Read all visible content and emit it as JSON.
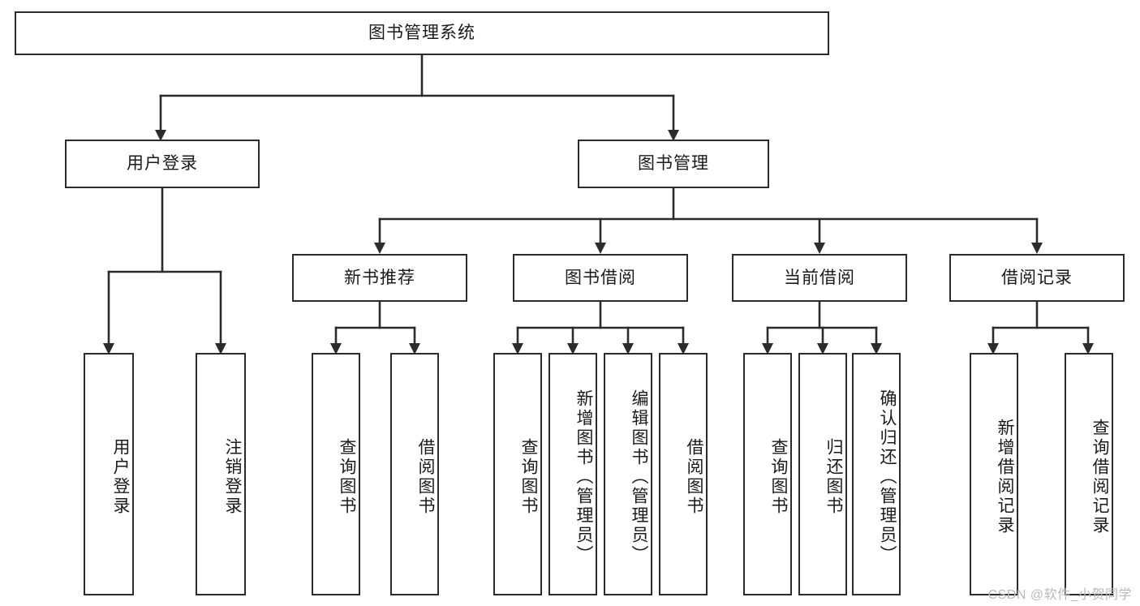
{
  "diagram": {
    "type": "tree-hierarchy-chart",
    "title": "图书管理系统",
    "orientation": "top-down",
    "colors": {
      "box_stroke": "#2b2b2b",
      "box_fill": "#ffffff",
      "connector": "#2b2b2b",
      "text": "#1a1a1a",
      "watermark": "#b9b9b9",
      "background": "#ffffff"
    },
    "levels": {
      "root": {
        "id": "root",
        "label": "图书管理系统",
        "text_direction": "horizontal"
      },
      "level2": [
        {
          "id": "user-login",
          "label": "用户登录",
          "text_direction": "horizontal"
        },
        {
          "id": "book-management",
          "label": "图书管理",
          "text_direction": "horizontal"
        }
      ],
      "level3": [
        {
          "id": "new-book-recommend",
          "label": "新书推荐",
          "text_direction": "horizontal",
          "parent": "book-management"
        },
        {
          "id": "book-borrow",
          "label": "图书借阅",
          "text_direction": "horizontal",
          "parent": "book-management"
        },
        {
          "id": "current-borrow",
          "label": "当前借阅",
          "text_direction": "horizontal",
          "parent": "book-management"
        },
        {
          "id": "borrow-record",
          "label": "借阅记录",
          "text_direction": "horizontal",
          "parent": "book-management"
        }
      ],
      "leaves": [
        {
          "id": "leaf-user-login",
          "label": "用户登录",
          "text_direction": "vertical",
          "parent": "user-login"
        },
        {
          "id": "leaf-logout-login",
          "label": "注销登录",
          "text_direction": "vertical",
          "parent": "user-login"
        },
        {
          "id": "leaf-query-book-1",
          "label": "查询图书",
          "text_direction": "vertical",
          "parent": "new-book-recommend"
        },
        {
          "id": "leaf-borrow-book-1",
          "label": "借阅图书",
          "text_direction": "vertical",
          "parent": "new-book-recommend"
        },
        {
          "id": "leaf-query-book-2",
          "label": "查询图书",
          "text_direction": "vertical",
          "parent": "book-borrow"
        },
        {
          "id": "leaf-add-book-admin",
          "label": "新增图书（管理员）",
          "text_direction": "vertical",
          "parent": "book-borrow"
        },
        {
          "id": "leaf-edit-book-admin",
          "label": "编辑图书（管理员）",
          "text_direction": "vertical",
          "parent": "book-borrow"
        },
        {
          "id": "leaf-borrow-book-2",
          "label": "借阅图书",
          "text_direction": "vertical",
          "parent": "book-borrow"
        },
        {
          "id": "leaf-query-book-3",
          "label": "查询图书",
          "text_direction": "vertical",
          "parent": "current-borrow"
        },
        {
          "id": "leaf-return-book",
          "label": "归还图书",
          "text_direction": "vertical",
          "parent": "current-borrow"
        },
        {
          "id": "leaf-confirm-return-admin",
          "label": "确认归还（管理员）",
          "text_direction": "vertical",
          "parent": "current-borrow"
        },
        {
          "id": "leaf-add-borrow-record",
          "label": "新增借阅记录",
          "text_direction": "vertical",
          "parent": "borrow-record"
        },
        {
          "id": "leaf-query-borrow-record",
          "label": "查询借阅记录",
          "text_direction": "vertical",
          "parent": "borrow-record"
        }
      ]
    },
    "watermark": "CSDN @软件_小贺同学"
  }
}
